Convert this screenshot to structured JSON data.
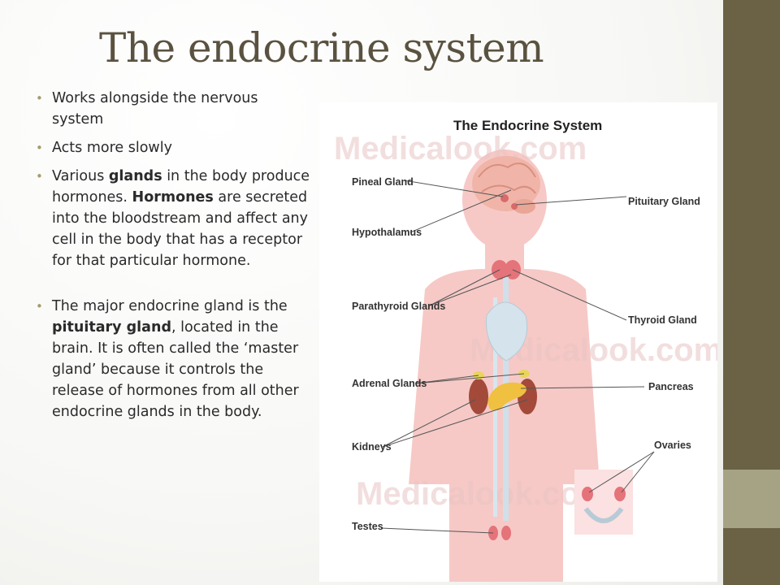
{
  "slide": {
    "title": "The endocrine system"
  },
  "bullets": [
    {
      "parts": [
        {
          "text": "Works alongside the nervous system",
          "bold": false
        }
      ]
    },
    {
      "parts": [
        {
          "text": "Acts more slowly",
          "bold": false
        }
      ]
    },
    {
      "parts": [
        {
          "text": "Various ",
          "bold": false
        },
        {
          "text": "glands",
          "bold": true
        },
        {
          "text": " in the body produce hormones. ",
          "bold": false
        },
        {
          "text": "Hormones",
          "bold": true
        },
        {
          "text": " are secreted into the bloodstream and affect any cell in the body that has a receptor for that particular hormone.",
          "bold": false
        }
      ]
    },
    {
      "parts": [
        {
          "text": "The major endocrine gland is the ",
          "bold": false
        },
        {
          "text": "pituitary gland",
          "bold": true
        },
        {
          "text": ", located in the brain. It is often called the ‘master gland’ because it controls the release of hormones from all other endocrine glands in the body.",
          "bold": false
        }
      ]
    }
  ],
  "figure": {
    "title": "The Endocrine System",
    "watermark": "Medicalook.com",
    "labels": {
      "pineal": "Pineal Gland",
      "pituitary": "Pituitary Gland",
      "hypothalamus": "Hypothalamus",
      "parathyroid": "Parathyroid Glands",
      "thyroid": "Thyroid Gland",
      "adrenal": "Adrenal Glands",
      "pancreas": "Pancreas",
      "kidneys": "Kidneys",
      "ovaries": "Ovaries",
      "testes": "Testes"
    }
  },
  "colors": {
    "title": "#5a5240",
    "accent_bar": "#6b6246",
    "accent_band": "#a6a385",
    "body_silhouette": "#f6c9c6"
  }
}
